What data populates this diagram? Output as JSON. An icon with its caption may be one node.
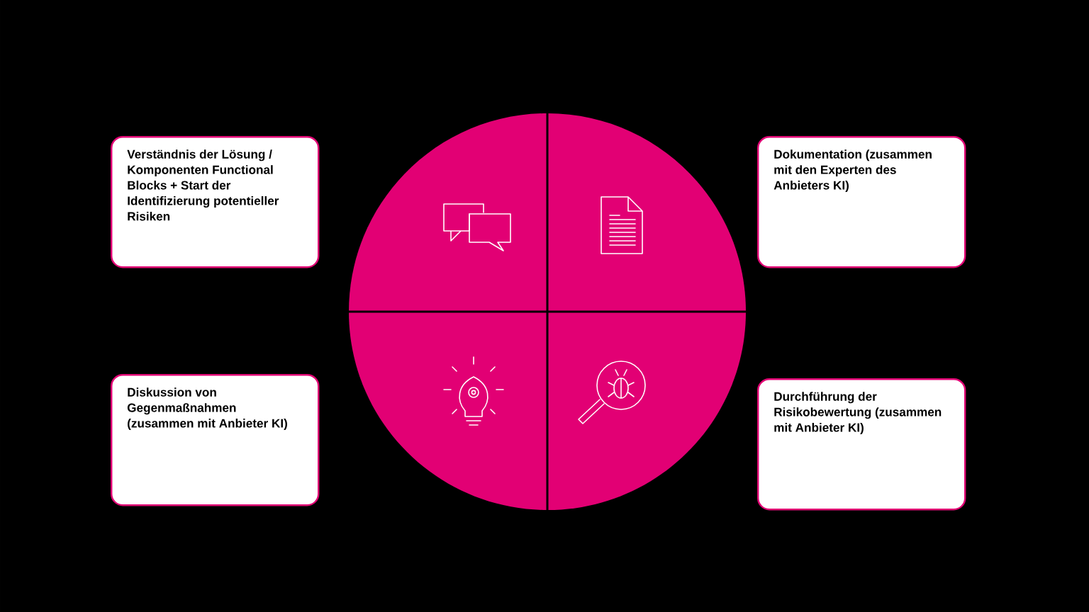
{
  "diagram": {
    "nodes": [
      {
        "text": [
          "Verständnis der Lösung / Komponenten Functional Blocks + Start der Identifizierung potentieller Risiken"
        ]
      },
      {
        "text": [
          "Dokumentation (zusammen mit den Experten des Anbieters KI)"
        ]
      },
      {
        "text": [
          "Diskussion von Gegenmaßnahmen (zusammen mit Anbieter KI)"
        ]
      },
      {
        "text": [
          "Durchführung der Risikobewertung (zusammen mit Anbieter KI)"
        ]
      }
    ]
  }
}
